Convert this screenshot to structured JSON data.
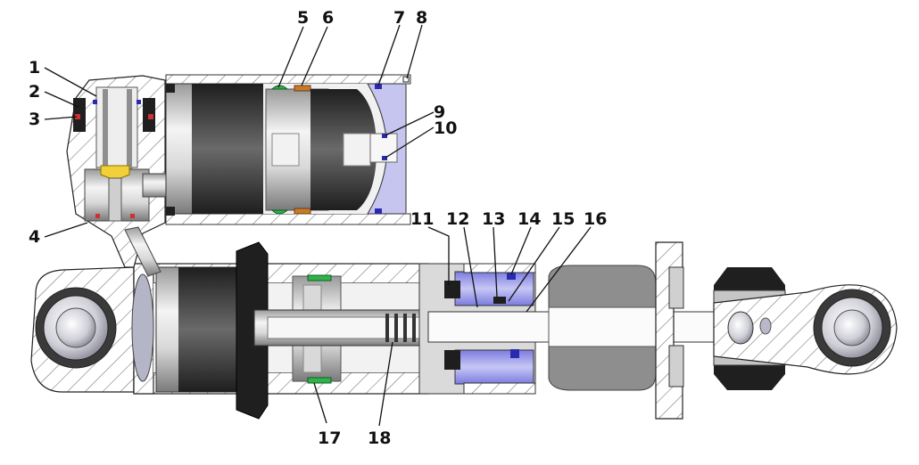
{
  "diagram": {
    "callouts": [
      {
        "id": "1",
        "label": "1"
      },
      {
        "id": "2",
        "label": "2"
      },
      {
        "id": "3",
        "label": "3"
      },
      {
        "id": "4",
        "label": "4"
      },
      {
        "id": "5",
        "label": "5"
      },
      {
        "id": "6",
        "label": "6"
      },
      {
        "id": "7",
        "label": "7"
      },
      {
        "id": "8",
        "label": "8"
      },
      {
        "id": "9",
        "label": "9"
      },
      {
        "id": "10",
        "label": "10"
      },
      {
        "id": "11",
        "label": "11"
      },
      {
        "id": "12",
        "label": "12"
      },
      {
        "id": "13",
        "label": "13"
      },
      {
        "id": "14",
        "label": "14"
      },
      {
        "id": "15",
        "label": "15"
      },
      {
        "id": "16",
        "label": "16"
      },
      {
        "id": "17",
        "label": "17"
      },
      {
        "id": "18",
        "label": "18"
      }
    ],
    "colors": {
      "hatch": "#6e6e6e",
      "metal_dark": "#2a2a2a",
      "metal_mid": "#8a8a8a",
      "metal_light": "#e2e2e6",
      "seal_blue": "#8f8fe6",
      "oring_green": "#2db34a",
      "seal_orange": "#c77a2a",
      "valve_yellow": "#f2d03a",
      "seal_red": "#d03030",
      "dark_blue": "#2a2ab0"
    }
  }
}
